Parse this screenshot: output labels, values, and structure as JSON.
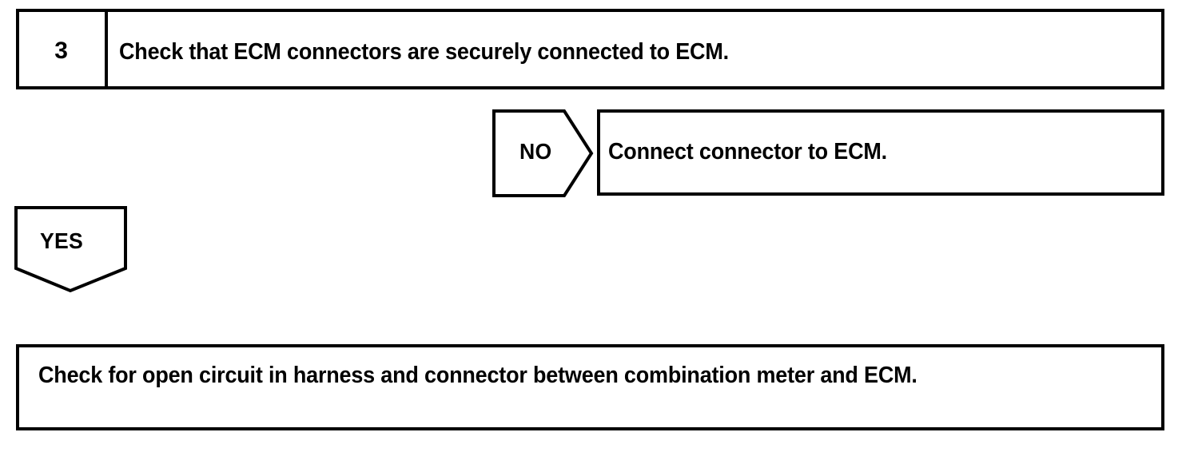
{
  "document": {
    "type": "diagnostic-flowchart",
    "colors": {
      "ink": "#000000",
      "background": "#ffffff"
    }
  },
  "step": {
    "number": "3",
    "instruction": "Check that ECM connectors are securely connected to ECM."
  },
  "branches": {
    "no": {
      "label": "NO",
      "result": "Connect connector to ECM."
    },
    "yes": {
      "label": "YES"
    }
  },
  "next_step": {
    "instruction": "Check for open circuit in harness and connector between combination meter and ECM."
  }
}
